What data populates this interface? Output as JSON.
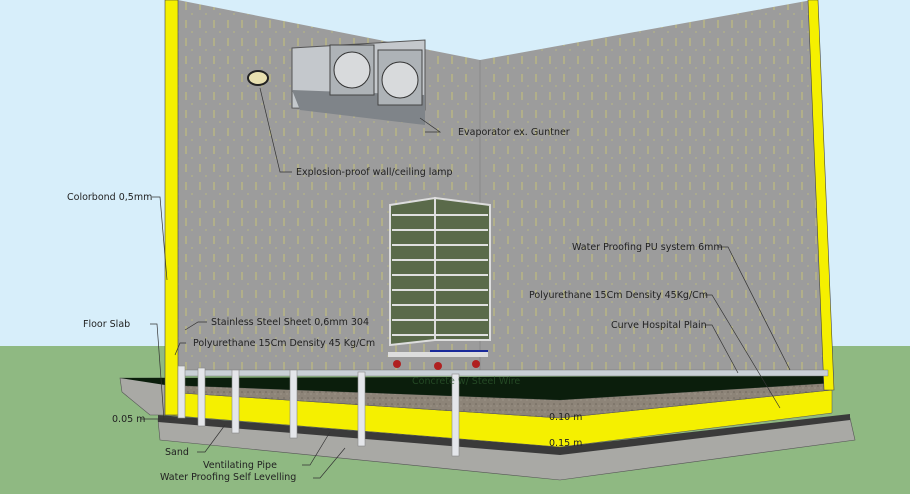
{
  "colors": {
    "sky": "#d7eefa",
    "grass": "#8fb982",
    "wall": "#9c9c9c",
    "insulation": "#f5f000",
    "slab_top": "#0b1e0c",
    "gravel": "#8d8478",
    "concrete": "#a9a9a5",
    "base_dark": "#3a3a3a"
  },
  "labels": {
    "evaporator": "Evaporator ex. Guntner",
    "lamp": "Explosion-proof wall/ceiling lamp",
    "colorbond": "Colorbond 0,5mm",
    "water_proofing_pu": "Water Proofing PU system 6mm",
    "polyurethane_right": "Polyurethane 15Cm Density 45Kg/Cm",
    "curve_hospital": "Curve Hospital Plain",
    "floor_slab": "Floor Slab",
    "stainless": "Stainless Steel Sheet 0,6mm 304",
    "polyurethane_left": "Polyurethane 15Cm Density 45 Kg/Cm",
    "concrete": "Concrete w/ Steel Wire",
    "dim_005": "0.05 m",
    "dim_010": "0.10 m",
    "dim_015": "0.15 m",
    "sand": "Sand",
    "ventilating_pipe": "Ventilating Pipe",
    "water_proofing_self": "Water Proofing Self Levelling"
  }
}
